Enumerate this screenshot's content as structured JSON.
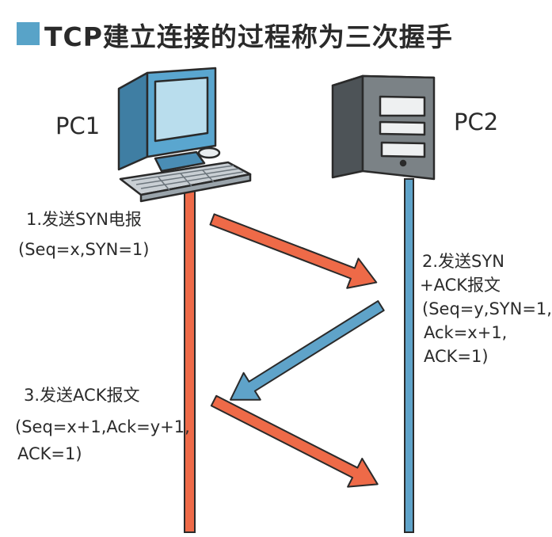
{
  "title": "TCP建立连接的过程称为三次握手",
  "colors": {
    "accent": "#58a3c8",
    "arrow_red": "#ee6a48",
    "arrow_blue": "#5fa3c9",
    "outline": "#2a2a2a"
  },
  "pc1": {
    "label": "PC1",
    "icon": "desktop-computer-icon"
  },
  "pc2": {
    "label": "PC2",
    "icon": "server-tower-icon"
  },
  "step1": {
    "lines": [
      "1.发送SYN电报",
      "(Seq=x,SYN=1)"
    ]
  },
  "step2": {
    "lines": [
      "2.发送SYN",
      "+ACK报文",
      "(Seq=y,SYN=1,",
      "Ack=x+1,",
      "ACK=1)"
    ]
  },
  "step3": {
    "lines": [
      "3.发送ACK报文",
      "(Seq=x+1,Ack=y+1,",
      "ACK=1)"
    ]
  }
}
